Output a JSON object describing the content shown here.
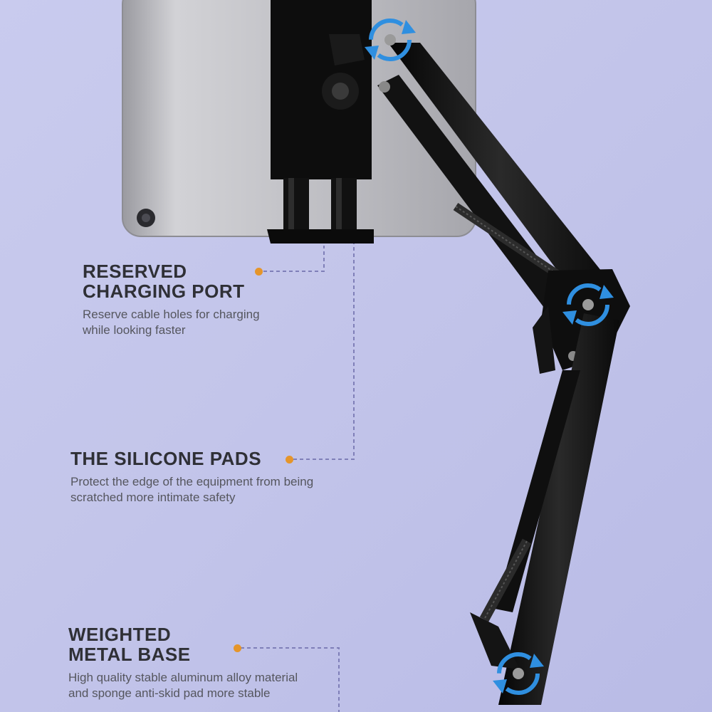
{
  "features": [
    {
      "title_line1": "RESERVED",
      "title_line2": "CHARGING PORT",
      "desc_line1": "Reserve cable holes for charging",
      "desc_line2": "while looking faster"
    },
    {
      "title_line1": "THE SILICONE PADS",
      "desc_line1": "Protect the edge of the equipment from being",
      "desc_line2": "scratched more intimate safety"
    },
    {
      "title_line1": "WEIGHTED",
      "title_line2": "METAL BASE",
      "desc_line1": "High quality stable aluminum alloy material",
      "desc_line2": "and sponge anti-skid pad more stable"
    }
  ],
  "colors": {
    "background": "#c4c6eb",
    "accent_dot": "#e5952a",
    "leader_line": "#7f7fb8",
    "rotate_icon": "#2f8fe0",
    "arm": "#151515",
    "tablet": "#b8b8be"
  },
  "icons": [
    "rotate-icon",
    "rotate-icon",
    "rotate-icon"
  ]
}
